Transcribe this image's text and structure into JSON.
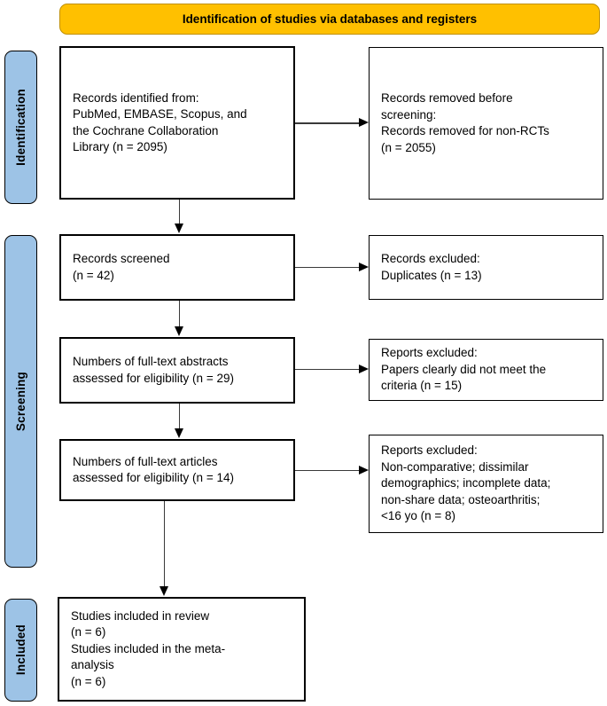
{
  "banner": {
    "label": "Identification of studies via databases and registers"
  },
  "stages": [
    {
      "label": "Identification"
    },
    {
      "label": "Screening"
    },
    {
      "label": "Included"
    }
  ],
  "flow": {
    "records_identified": "Records identified from:\nPubMed, EMBASE, Scopus, and\nthe Cochrane Collaboration\nLibrary (n = 2095)",
    "records_removed": "Records removed before\nscreening:\nRecords removed for non-RCTs\n(n = 2055)",
    "records_screened": "Records screened\n(n = 42)",
    "records_excluded": "Records excluded:\nDuplicates (n = 13)",
    "abstracts_assessed": "Numbers of full-text abstracts\nassessed for eligibility (n = 29)",
    "reports_excluded_abstracts": "Reports excluded:\nPapers clearly did not meet the\ncriteria (n = 15)",
    "articles_assessed": "Numbers of full-text articles\nassessed for eligibility (n = 14)",
    "reports_excluded_articles": "Reports excluded:\nNon-comparative; dissimilar\ndemographics; incomplete data;\nnon-share data; osteoarthritis;\n<16 yo (n = 8)",
    "studies_included": "Studies included in review\n(n = 6)\nStudies included in the meta-\nanalysis\n(n = 6)"
  },
  "colors": {
    "banner_fill": "#FFC000",
    "banner_border": "#BF8F00",
    "stage_fill": "#9DC3E6",
    "box_border": "#000000",
    "arrow": "#000000",
    "background": "#FFFFFF"
  }
}
